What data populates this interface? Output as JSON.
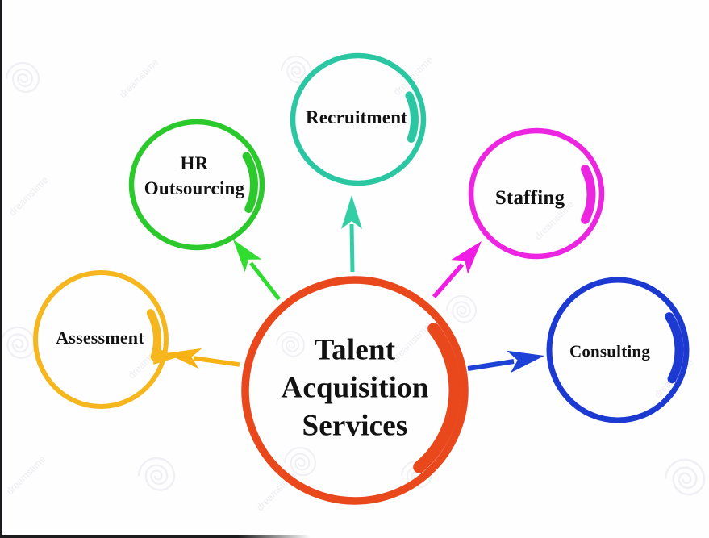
{
  "page": {
    "background": "#fefefe",
    "edge_bar_color": "#1b1b1d"
  },
  "diagram": {
    "center": {
      "label": "Talent Acquisition Services",
      "label_lines": [
        "Talent",
        "Acquisition",
        "Services"
      ],
      "color": "#E8481C",
      "text_color": "#121212"
    },
    "nodes": [
      {
        "id": "recruitment",
        "label": "Recruitment",
        "color": "#2BC7A2",
        "arrow_color": "#32CFA5"
      },
      {
        "id": "hr-outsourcing",
        "label": "HR Outsourcing",
        "label_lines": [
          "HR",
          "Outsourcing"
        ],
        "color": "#2BC92B",
        "arrow_color": "#31DC31"
      },
      {
        "id": "staffing",
        "label": "Staffing",
        "color": "#EC25E1",
        "arrow_color": "#F01BE4"
      },
      {
        "id": "assessment",
        "label": "Assessment",
        "color": "#F6B71E",
        "arrow_color": "#F7B215"
      },
      {
        "id": "consulting",
        "label": "Consulting",
        "color": "#1C3AD2",
        "arrow_color": "#1E41D8"
      }
    ],
    "watermark": {
      "text": "dreamstime"
    }
  }
}
